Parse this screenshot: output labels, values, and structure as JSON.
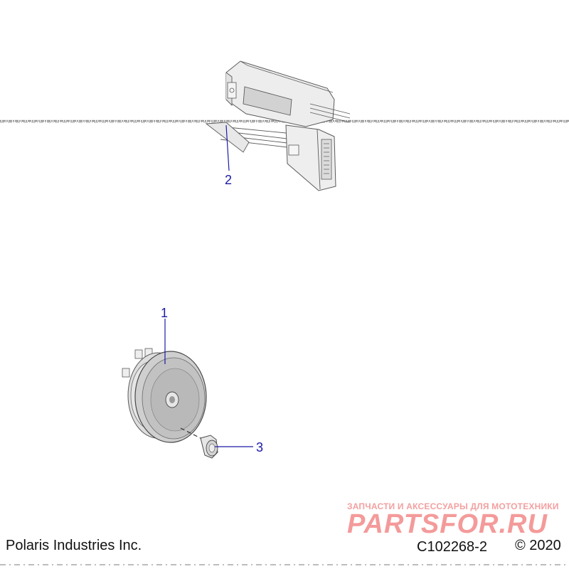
{
  "callouts": [
    {
      "id": "1",
      "label": "1"
    },
    {
      "id": "2",
      "label": "2"
    },
    {
      "id": "3",
      "label": "3"
    }
  ],
  "footer": {
    "company": "Polaris Industries Inc.",
    "drawing_number": "C102268-2",
    "copyright": "© 2020"
  },
  "watermark": {
    "tagline": "ЗАПЧАСТИ И АКСЕССУАРЫ ДЛЯ МОТОТЕХНИКИ",
    "logo_text": "PARTSFOR.RU"
  },
  "colors": {
    "callout": "#1a1aa8",
    "watermark": "#f49a9a",
    "line_art": "#5a5a5a"
  }
}
